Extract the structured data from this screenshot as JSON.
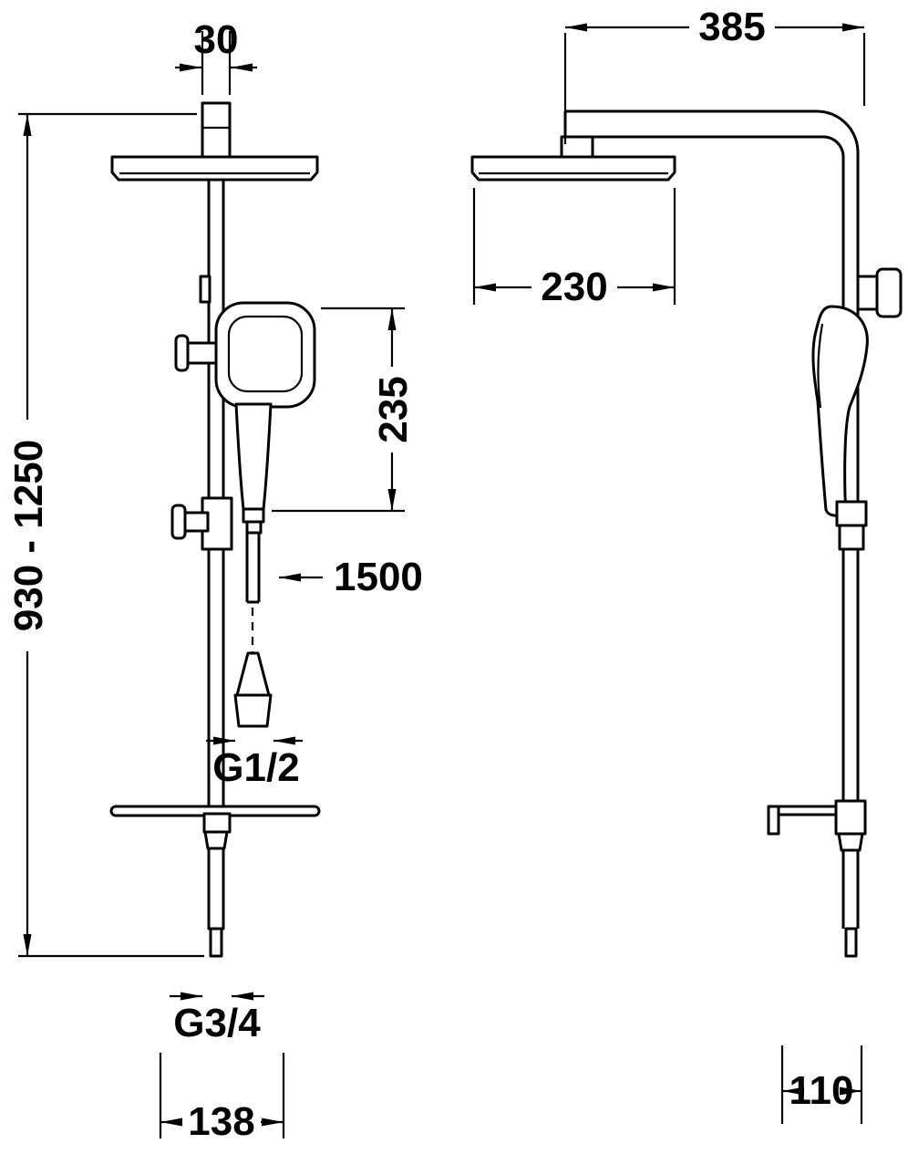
{
  "page": {
    "background_color": "#ffffff",
    "line_color": "#000000"
  },
  "front_view": {
    "dims": {
      "head_connector_width": "30",
      "overall_height_range": "930 - 1250",
      "hand_shower_length": "235",
      "hose_length": "1500",
      "hose_thread": "G1/2",
      "riser_thread": "G3/4",
      "base_spacing": "138"
    }
  },
  "side_view": {
    "dims": {
      "arm_reach": "385",
      "head_depth": "230",
      "shelf_depth": "110"
    }
  }
}
